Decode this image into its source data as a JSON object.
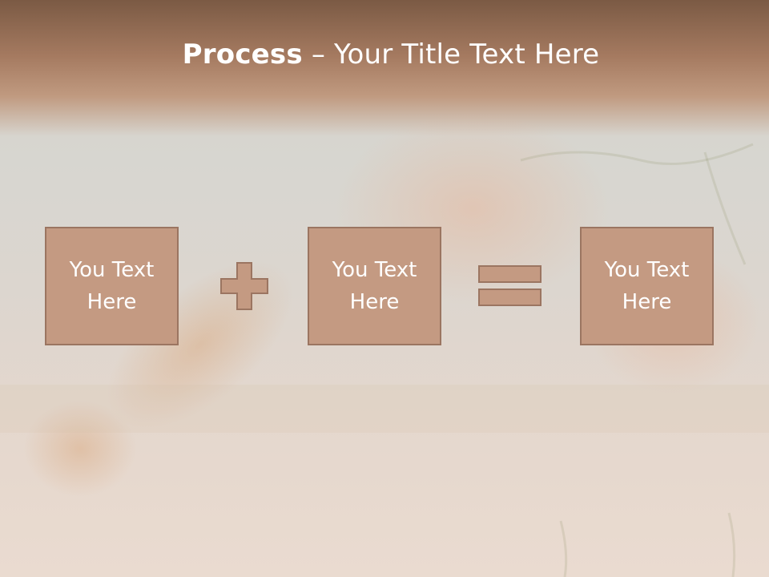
{
  "slide": {
    "title_bold": "Process",
    "title_sep": " – ",
    "title_rest": "Your Title Text Here",
    "boxes": [
      {
        "text": "You Text Here"
      },
      {
        "text": "You Text Here"
      },
      {
        "text": "You Text Here"
      }
    ],
    "operators": [
      "plus-icon",
      "equals-icon"
    ]
  },
  "colors": {
    "box_fill": "#c49a82",
    "box_border": "#9b7561",
    "header_band": "#8a6450",
    "text": "#ffffff"
  }
}
